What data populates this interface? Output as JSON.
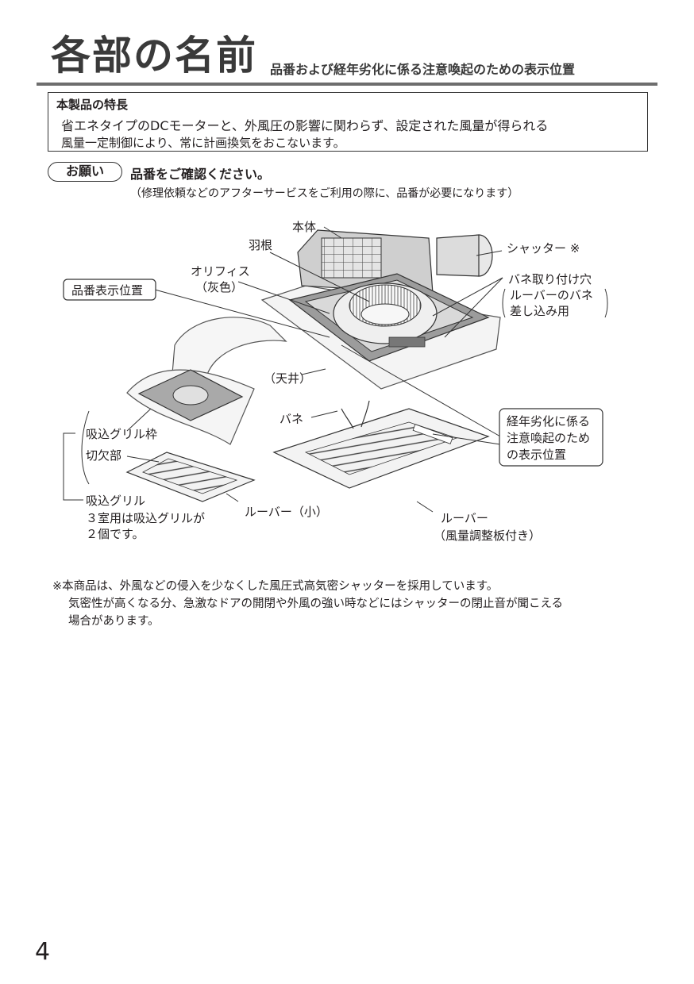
{
  "header": {
    "title": "各部の名前",
    "subtitle": "品番および経年劣化に係る注意喚起のための表示位置"
  },
  "feature": {
    "heading": "本製品の特長",
    "line1": "省エネタイプのDCモーターと、外風圧の影響に関わらず、設定された風量が得られる",
    "line2": "風量一定制御により、常に計画換気をおこないます。"
  },
  "request": {
    "badge": "お願い",
    "heading": "品番をご確認ください。",
    "note": "（修理依頼などのアフターサービスをご利用の際に、品番が必要になります）"
  },
  "diagram": {
    "labels": {
      "body": "本体",
      "fan": "羽根",
      "orifice": "オリフィス",
      "orifice_color": "（灰色）",
      "model_position": "品番表示位置",
      "shutter": "シャッター ※",
      "spring_hole": "バネ取り付け穴",
      "spring_hole_note1": "ルーバーのバネ",
      "spring_hole_note2": "差し込み用",
      "ceiling": "（天井）",
      "spring": "バネ",
      "grille_frame": "吸込グリル枠",
      "notch": "切欠部",
      "grille": "吸込グリル",
      "grille_note1": "３室用は吸込グリルが",
      "grille_note2": "２個です。",
      "louver_small": "ルーバー（小）",
      "louver": "ルーバー",
      "louver_note": "（風量調整板付き）",
      "aging_1": "経年劣化に係る",
      "aging_2": "注意喚起のため",
      "aging_3": "の表示位置"
    }
  },
  "footnote": {
    "line1": "※本商品は、外風などの侵入を少なくした風圧式高気密シャッターを採用しています。",
    "line2": "気密性が高くなる分、急激なドアの開閉や外風の強い時などにはシャッターの閉止音が聞こえる",
    "line3": "場合があります。"
  },
  "page": {
    "number": "4"
  }
}
